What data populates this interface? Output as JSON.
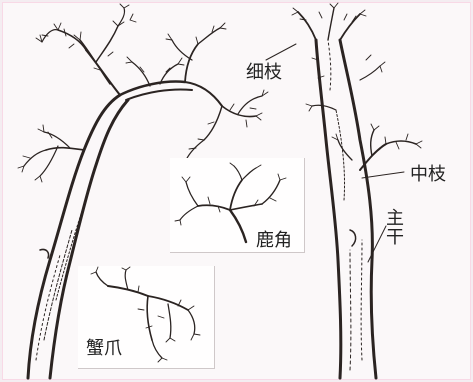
{
  "labels": {
    "fine_branch": "细枝",
    "middle_branch": "中枝",
    "main_trunk": "主干",
    "antler": "鹿角",
    "crab_claw": "蟹爪"
  },
  "colors": {
    "background": "#f4edf1",
    "border": "#f8d9e6",
    "ink": "#2b2422"
  }
}
